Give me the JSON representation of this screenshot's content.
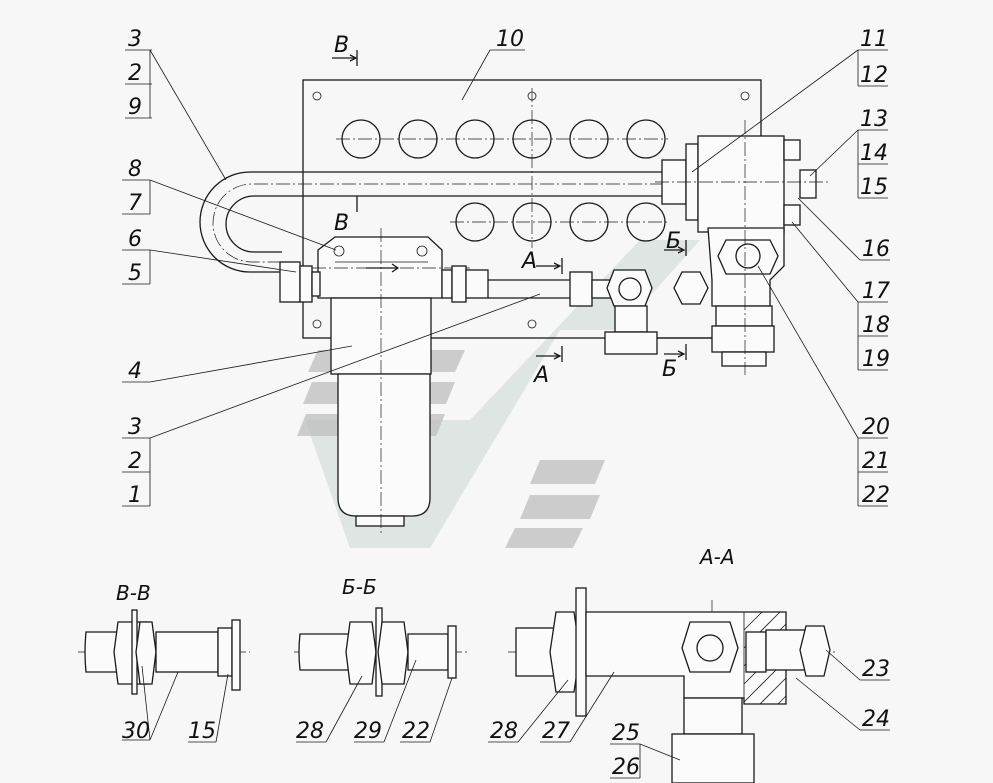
{
  "labels": {
    "top_left_stack": [
      "3",
      "2",
      "9"
    ],
    "l10": "10",
    "l8": "8",
    "l7": "7",
    "l6": "6",
    "l5": "5",
    "l4": "4",
    "bottom_left_stack": [
      "3",
      "2",
      "1"
    ],
    "right_stack_a": [
      "11",
      "12"
    ],
    "right_stack_b": [
      "13",
      "14",
      "15"
    ],
    "l16": "16",
    "right_stack_c": [
      "17",
      "18",
      "19"
    ],
    "right_stack_d": [
      "20",
      "21",
      "22"
    ],
    "l23": "23",
    "l24": "24",
    "l25": "25",
    "l26": "26",
    "l27": "27",
    "l28a": "28",
    "l28b": "28",
    "l29": "29",
    "l22": "22",
    "l30": "30",
    "l15": "15"
  },
  "section_marks": {
    "v_top": "В",
    "v_mid": "В",
    "a_top": "А",
    "a_bot": "А",
    "b_top": "Б",
    "b_bot": "Б"
  },
  "section_titles": {
    "vv": "В-В",
    "bb": "Б-Б",
    "aa": "А-А"
  }
}
